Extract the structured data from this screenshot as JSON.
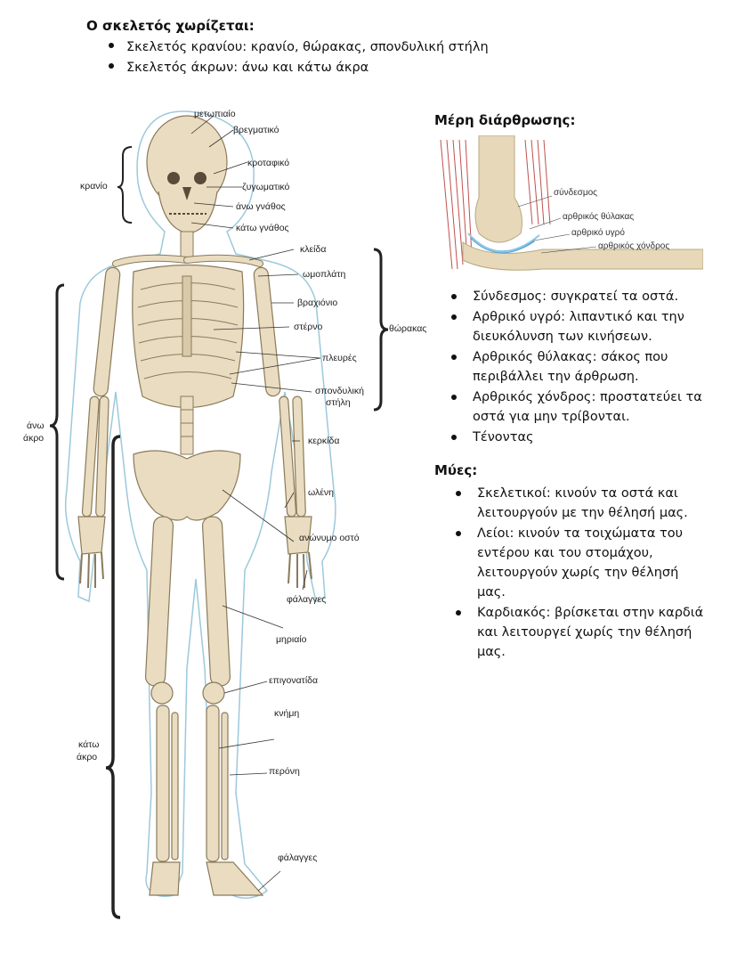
{
  "header": {
    "title": "Ο σκελετός χωρίζεται:",
    "bullets": [
      "Σκελετός κρανίου: κρανίο, θώρακας, σπονδυλική στήλη",
      "Σκελετός άκρων: άνω και κάτω άκρα"
    ]
  },
  "skeleton_labels": {
    "metopiaio": "μετωπιαίο",
    "vregmatiko": "βρεγματικό",
    "krotafiko": "κροταφικό",
    "zygomatiko": "ζυγωματικό",
    "ano_gnathos": "άνω γνάθος",
    "kato_gnathos": "κάτω γνάθος",
    "kranio": "κρανίο",
    "kleida": "κλείδα",
    "omoplati": "ωμοπλάτη",
    "vraxionio": "βραχιόνιο",
    "sterno": "στέρνο",
    "thorakas": "θώρακας",
    "plevres": "πλευρές",
    "spondyliki_line1": "σπονδυλική",
    "spondyliki_line2": "στήλη",
    "ano_akro_line1": "άνω",
    "ano_akro_line2": "άκρο",
    "kerkida": "κερκίδα",
    "olena": "ωλένη",
    "anonymo": "ανώνυμο οστό",
    "falagges_hand": "φάλαγγες",
    "miriaio": "μηριαίο",
    "epigonatida": "επιγονατίδα",
    "knimi": "κνήμη",
    "peroni": "περόνη",
    "kato_akro_line1": "κάτω",
    "kato_akro_line2": "άκρο",
    "falagges_foot": "φάλαγγες"
  },
  "joint": {
    "title": "Μέρη διάρθρωσης:",
    "labels": [
      "σύνδεσμος",
      "αρθρικός θύλακας",
      "αρθρικό υγρό",
      "αρθρικός χόνδρος"
    ],
    "items": [
      "Σύνδεσμος: συγκρατεί τα οστά.",
      "Αρθρικό υγρό: λιπαντικό και την διευκόλυνση των κινήσεων.",
      "Αρθρικός θύλακας: σάκος που περιβάλλει την άρθρωση.",
      "Αρθρικός χόνδρος:  προστατεύει τα οστά για μην τρίβονται.",
      "Τένοντας"
    ]
  },
  "muscles": {
    "title": "Μύες:",
    "items": [
      "Σκελετικοί: κινούν τα οστά και λειτουργούν με την θέλησή μας.",
      "Λείοι: κινούν τα τοιχώματα του εντέρου και του στομάχου, λειτουργούν χωρίς την θέλησή μας.",
      "Καρδιακός: βρίσκεται στην καρδιά και λειτουργεί χωρίς την θέλησή μας."
    ]
  },
  "colors": {
    "bone": "#e9dcc0",
    "bone_stroke": "#8a7a5a",
    "outline": "#9cc9dc",
    "fluid": "#4a9fd8",
    "muscle": "#c0504d"
  }
}
